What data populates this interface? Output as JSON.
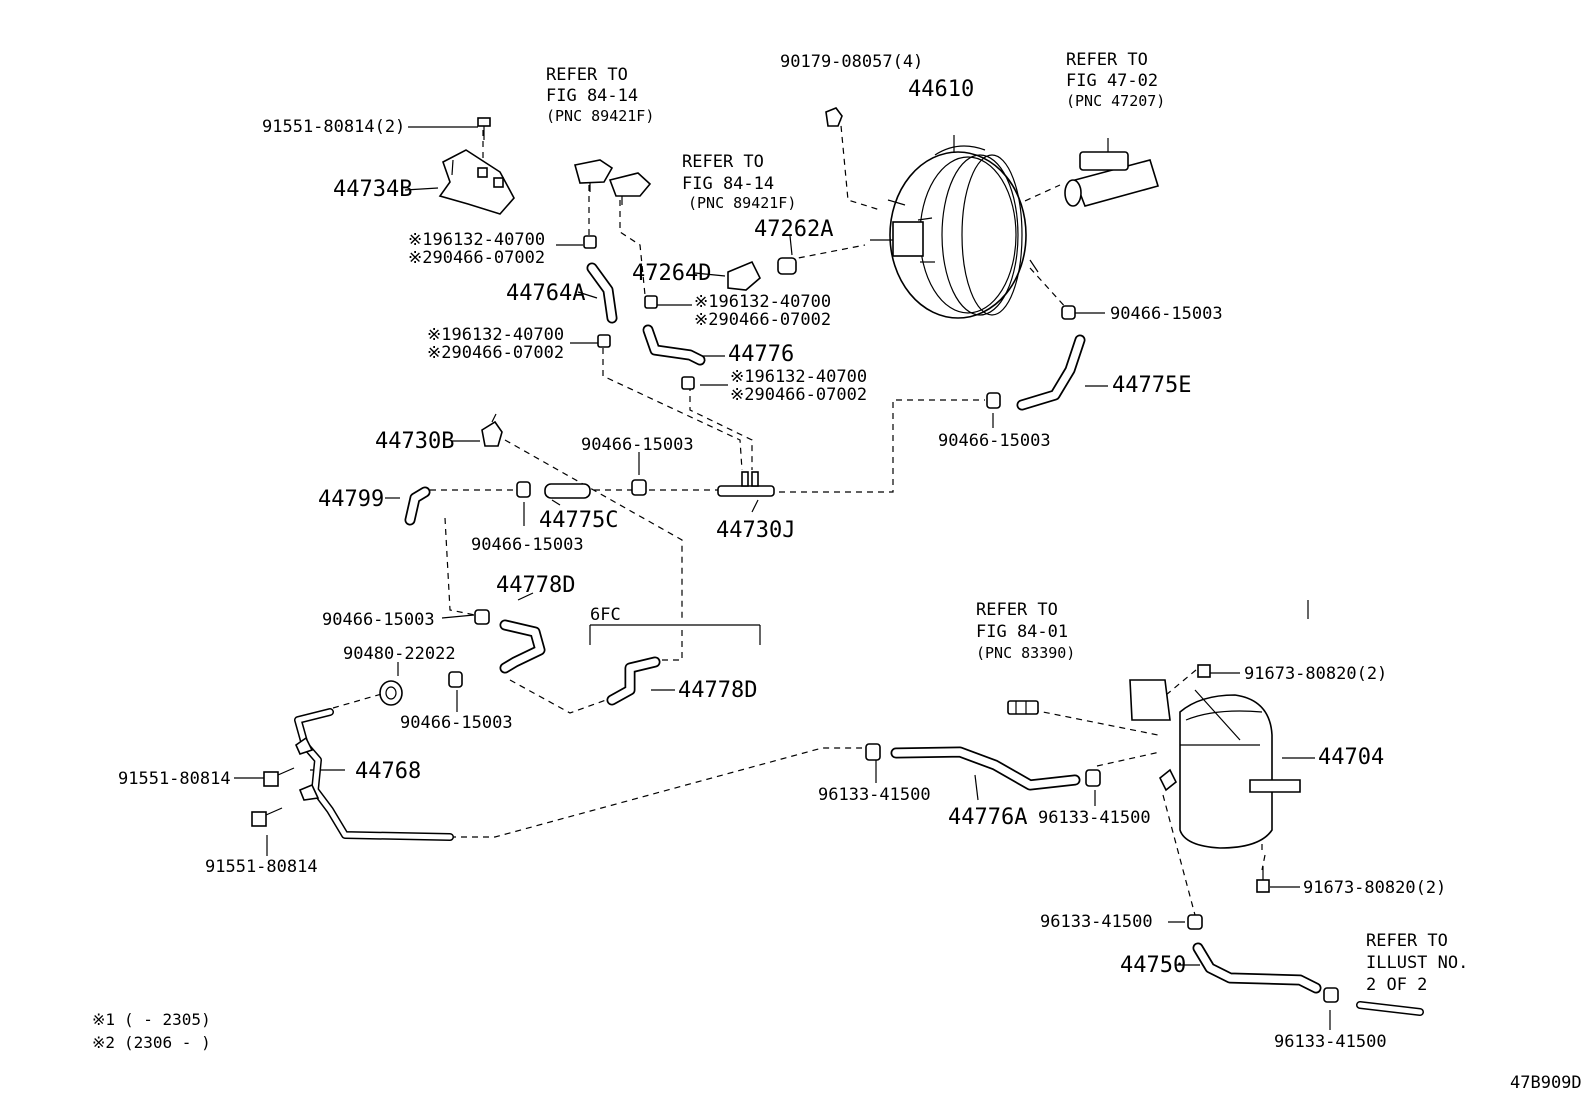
{
  "diagram_code": "47B909D",
  "footnotes": [
    {
      "mark": "※1",
      "text": "(       - 2305)"
    },
    {
      "mark": "※2",
      "text": "(2306 -       )"
    }
  ],
  "refs": {
    "r1": {
      "line1": "REFER TO",
      "line2": "FIG 84-14",
      "pnc": "(PNC 89421F)"
    },
    "r2": {
      "line1": "REFER TO",
      "line2": "FIG 84-14",
      "pnc": "(PNC 89421F)"
    },
    "r3": {
      "line1": "REFER TO",
      "line2": "FIG 47-02",
      "pnc": "(PNC 47207)"
    },
    "r4": {
      "line1": "REFER TO",
      "line2": "FIG 84-01",
      "pnc": "(PNC 83390)"
    },
    "r5": {
      "line1": "REFER TO",
      "line2": "ILLUST NO.",
      "line3": "2 OF 2"
    }
  },
  "section_label": "6FC",
  "labels": {
    "bolt_91551_2": "91551-80814(2)",
    "bracket_44734B": "44734B",
    "n1a": "※196132-40700",
    "n2a": "※290466-07002",
    "hose_44764A": "44764A",
    "n1b": "※196132-40700",
    "n2b": "※290466-07002",
    "nut_90179": "90179-08057(4)",
    "booster_44610": "44610",
    "bush_47262A": "47262A",
    "bracket_47264D": "47264D",
    "n1c": "※196132-40700",
    "n2c": "※290466-07002",
    "hose_44776": "44776",
    "n1d": "※196132-40700",
    "n2d": "※290466-07002",
    "clamp_90466_a": "90466-15003",
    "hose_44775E": "44775E",
    "clamp_90466_b": "90466-15003",
    "clip_44730B": "44730B",
    "clamp_90466_c": "90466-15003",
    "hose_44799": "44799",
    "hose_44775C": "44775C",
    "joint_44730J": "44730J",
    "clamp_90466_d": "90466-15003",
    "hose_44778D_a": "44778D",
    "clamp_90466_e": "90466-15003",
    "grommet_90480": "90480-22022",
    "clamp_90466_f": "90466-15003",
    "hose_44778D_b": "44778D",
    "bolt_91551_a": "91551-80814",
    "pipe_44768": "44768",
    "bolt_91551_b": "91551-80814",
    "bolt_91673_a": "91673-80820(2)",
    "tank_44704": "44704",
    "clamp_96133_a": "96133-41500",
    "hose_44776A": "44776A",
    "clamp_96133_b": "96133-41500",
    "bolt_91673_b": "91673-80820(2)",
    "clamp_96133_c": "96133-41500",
    "hose_44750": "44750",
    "clamp_96133_d": "96133-41500"
  }
}
